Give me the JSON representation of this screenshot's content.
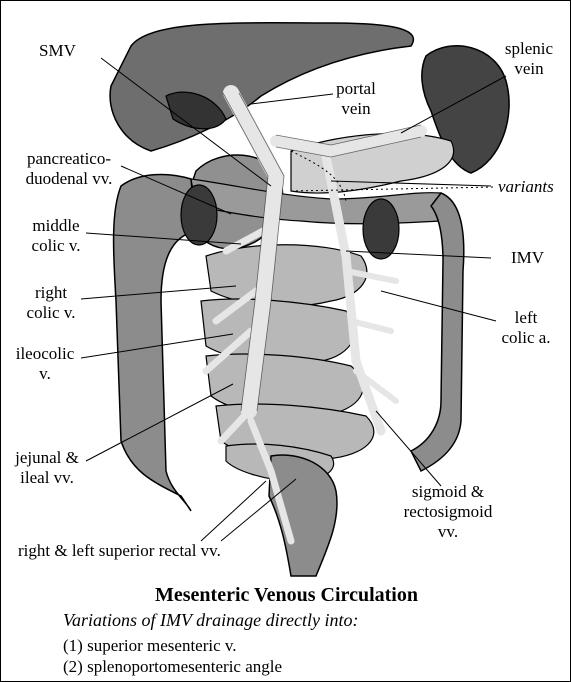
{
  "labels": {
    "smv": "SMV",
    "portal_vein": [
      "portal",
      "vein"
    ],
    "splenic_vein": [
      "splenic",
      "vein"
    ],
    "pancreaticoduodenal": [
      "pancreatico-",
      "duodenal vv."
    ],
    "variants": "variants",
    "middle_colic": [
      "middle",
      "colic v."
    ],
    "imv": "IMV",
    "right_colic": [
      "right",
      "colic v."
    ],
    "left_colic": [
      "left",
      "colic a."
    ],
    "ileocolic": [
      "ileocolic",
      "v."
    ],
    "jejunal_ileal": [
      "jejunal &",
      "ileal vv."
    ],
    "sigmoid": [
      "sigmoid &",
      "rectosigmoid",
      "vv."
    ],
    "rectal": "right & left superior rectal vv."
  },
  "caption": {
    "title": "Mesenteric Venous Circulation",
    "subtitle": "Variations of IMV drainage directly into:",
    "items": [
      "(1)  superior mesenteric v.",
      "(2)  splenoportomesenteric angle"
    ]
  },
  "colors": {
    "organ_dark": "#4a4a4a",
    "organ_mid": "#8c8c8c",
    "bowel_light": "#b8b8b8",
    "vein": "#e6e6e6",
    "line": "#000000"
  }
}
